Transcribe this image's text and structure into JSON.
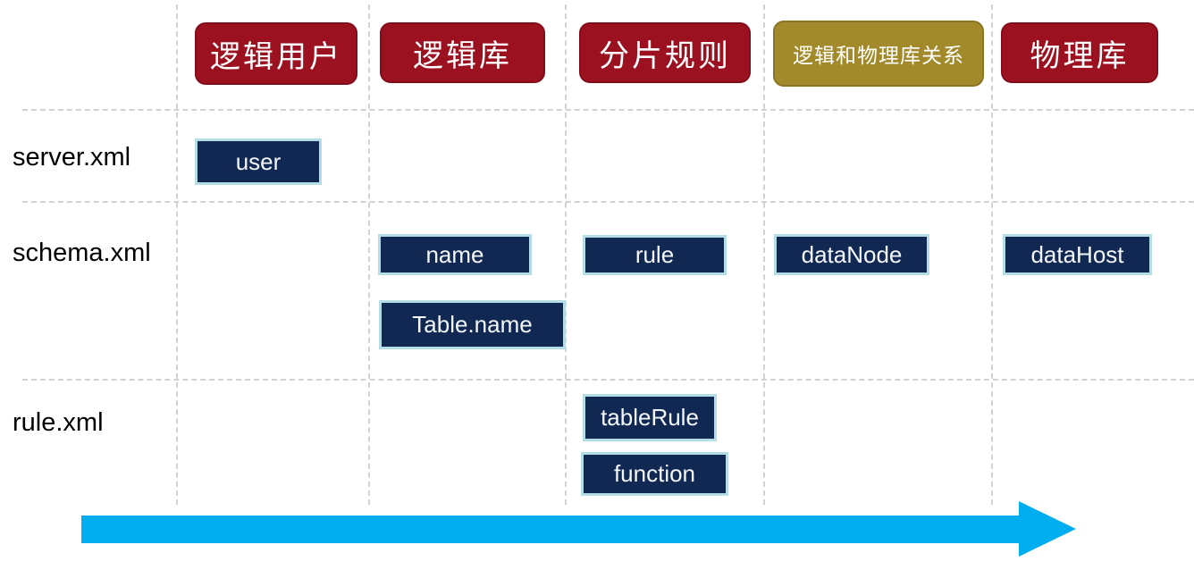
{
  "diagram": {
    "title_implicit": "MyCat configuration files vs logical concepts matrix",
    "columns": [
      {
        "id": "logical-user",
        "label": "逻辑用户",
        "color": "#9b1120"
      },
      {
        "id": "logical-db",
        "label": "逻辑库",
        "color": "#9b1120"
      },
      {
        "id": "sharding-rule",
        "label": "分片规则",
        "color": "#9b1120"
      },
      {
        "id": "logical-physical-relation",
        "label": "逻辑和物理库关系",
        "color": "#a28a2b"
      },
      {
        "id": "physical-db",
        "label": "物理库",
        "color": "#9b1120"
      }
    ],
    "rows": [
      {
        "id": "server-xml",
        "label": "server.xml"
      },
      {
        "id": "schema-xml",
        "label": "schema.xml"
      },
      {
        "id": "rule-xml",
        "label": "rule.xml"
      }
    ],
    "cells": [
      {
        "row": "server.xml",
        "column": "逻辑用户",
        "label": "user"
      },
      {
        "row": "schema.xml",
        "column": "逻辑库",
        "label": "name"
      },
      {
        "row": "schema.xml",
        "column": "逻辑库",
        "label": "Table.name"
      },
      {
        "row": "schema.xml",
        "column": "分片规则",
        "label": "rule"
      },
      {
        "row": "schema.xml",
        "column": "逻辑和物理库关系",
        "label": "dataNode"
      },
      {
        "row": "schema.xml",
        "column": "物理库",
        "label": "dataHost"
      },
      {
        "row": "rule.xml",
        "column": "分片规则",
        "label": "tableRule"
      },
      {
        "row": "rule.xml",
        "column": "分片规则",
        "label": "function"
      }
    ],
    "arrow": {
      "direction": "right",
      "color": "#00aeef"
    },
    "colors": {
      "header_red": "#9b1120",
      "header_olive": "#a28a2b",
      "box_navy": "#112853",
      "box_border": "#b5dde6",
      "grid_dash": "#d2d2d2",
      "arrow_cyan": "#00aeef",
      "row_label_text": "#000000",
      "header_text": "#ffffff",
      "box_text": "#f4f7fa"
    }
  }
}
